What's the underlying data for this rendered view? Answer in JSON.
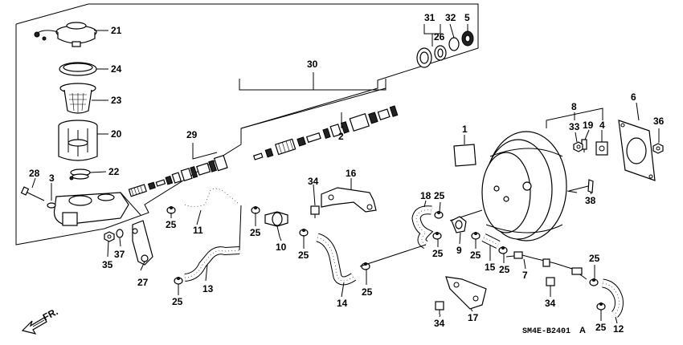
{
  "diagram": {
    "code": "SM4E-B2401",
    "revision": "A",
    "direction": "FR.",
    "callouts": [
      "1",
      "2",
      "3",
      "4",
      "5",
      "6",
      "7",
      "8",
      "9",
      "10",
      "11",
      "12",
      "13",
      "14",
      "15",
      "16",
      "17",
      "18",
      "19",
      "20",
      "21",
      "22",
      "23",
      "24",
      "25",
      "26",
      "27",
      "28",
      "29",
      "30",
      "31",
      "32",
      "33",
      "34",
      "35",
      "36",
      "37",
      "38"
    ]
  }
}
